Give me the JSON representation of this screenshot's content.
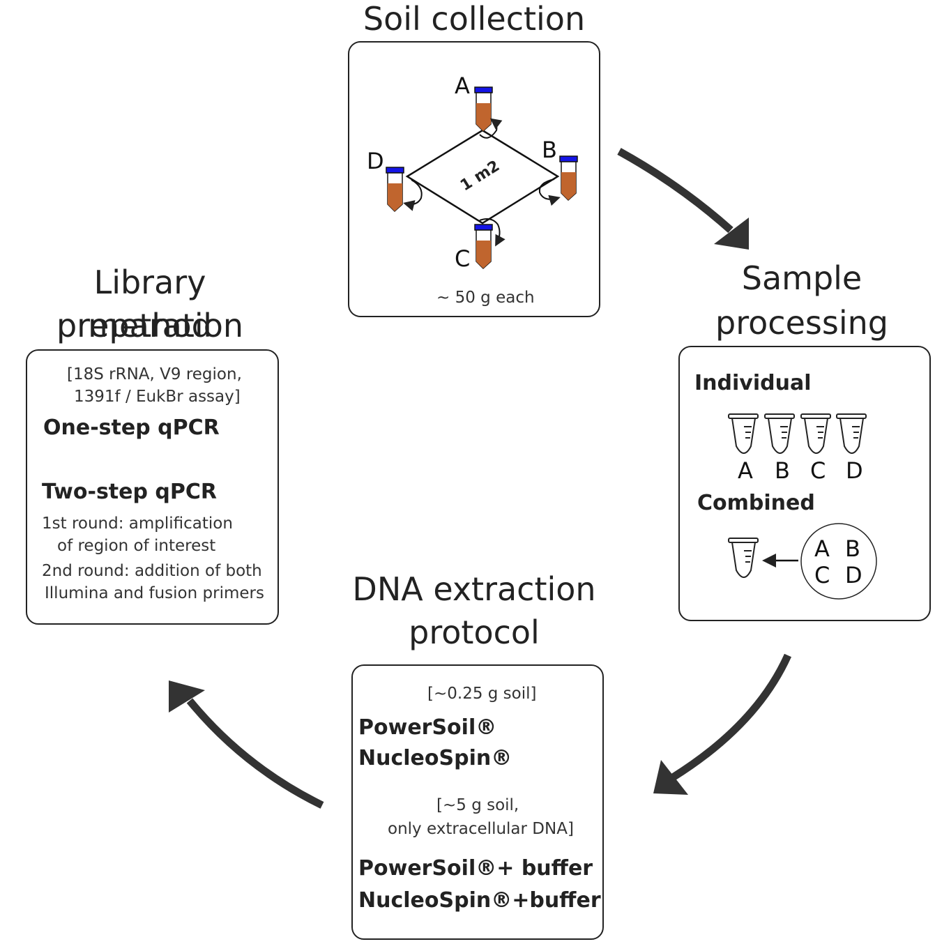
{
  "soil_collection": {
    "title": "Soil collection",
    "area_label": "1 m2",
    "tubes": [
      "A",
      "B",
      "C",
      "D"
    ],
    "note": "~ 50 g each"
  },
  "sample_processing": {
    "title_line1": "Sample",
    "title_line2": "processing",
    "individual_label": "Individual",
    "individual_tubes": [
      "A",
      "B",
      "C",
      "D"
    ],
    "combined_label": "Combined",
    "combined_letters": [
      "A",
      "B",
      "C",
      "D"
    ]
  },
  "dna_extraction": {
    "title_line1": "DNA extraction",
    "title_line2": "protocol",
    "note1": "[~0.25 g soil]",
    "kit1": "PowerSoil®",
    "kit2": "NucleoSpin®",
    "note2_line1": "[~5 g soil,",
    "note2_line2": "only extracellular DNA]",
    "kit3": "PowerSoil®+ buffer",
    "kit4": "NucleoSpin®+buffer"
  },
  "library_prep": {
    "title_line1": "Library preparation",
    "title_line2": "method",
    "note_line1": "[18S rRNA, V9 region,",
    "note_line2": "1391f / EukBr assay]",
    "method1": "One-step qPCR",
    "method2": "Two-step qPCR",
    "round1_line1": "1st round: amplification",
    "round1_line2": "of region of interest",
    "round2_line1": "2nd round: addition of both",
    "round2_line2": "Illumina and fusion primers"
  },
  "colors": {
    "tube_soil": "#c0652e",
    "tube_cap": "#1515e6",
    "outline": "#222222",
    "arrow": "#333333"
  }
}
